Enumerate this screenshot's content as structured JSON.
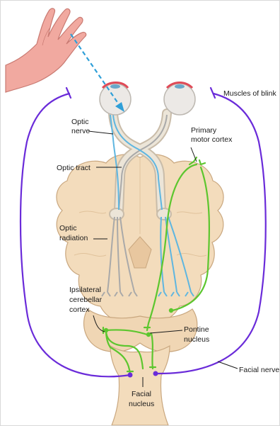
{
  "labels": {
    "muscles_of_blink": "Muscles of blink",
    "optic_nerve_1": "Optic",
    "optic_nerve_2": "nerve",
    "primary_motor_1": "Primary",
    "primary_motor_2": "motor cortex",
    "optic_tract": "Optic tract",
    "optic_radiation_1": "Optic",
    "optic_radiation_2": "radiation",
    "ipsilateral_1": "Ipsilateral",
    "ipsilateral_2": "cerebellar",
    "ipsilateral_3": "cortex",
    "pontine_1": "Pontine",
    "pontine_2": "nucleus",
    "facial_nerve": "Facial nerve",
    "facial_nucleus_1": "Facial",
    "facial_nucleus_2": "nucleus"
  },
  "colors": {
    "brain_fill": "#f3dcbc",
    "brain_stroke": "#c9a77f",
    "visual_path_blue": "#5fb6e0",
    "visual_path_grey": "#a9a9a9",
    "optic_nerve_fill": "#e8e1d4",
    "motor_path_green": "#5cc62e",
    "facial_nerve_purple": "#6a2bd9",
    "hand_skin": "#f1a9a0",
    "eye_red": "#e04a57",
    "arrow_blue": "#2f9fd8"
  },
  "icons": {
    "hand": "hand-icon",
    "eyes": "eyeball-icon"
  }
}
